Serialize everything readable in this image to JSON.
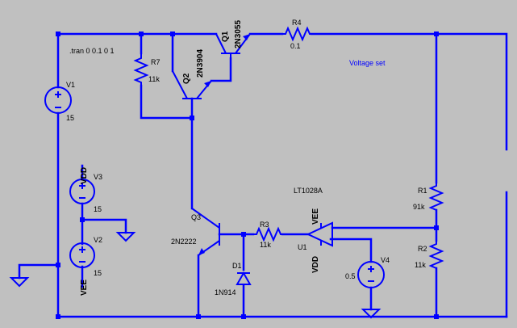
{
  "directive": ".tran 0 0.1 0 1",
  "note": "Voltage set",
  "components": {
    "V1": {
      "ref": "V1",
      "value": "15"
    },
    "V2": {
      "ref": "V2",
      "value": "15"
    },
    "V3": {
      "ref": "V3",
      "value": "15"
    },
    "V4": {
      "ref": "V4",
      "value": "0.5"
    },
    "R1": {
      "ref": "R1",
      "value": "91k"
    },
    "R2": {
      "ref": "R2",
      "value": "11k"
    },
    "R3": {
      "ref": "R3",
      "value": "11k"
    },
    "R4": {
      "ref": "R4",
      "value": "0.1"
    },
    "R7": {
      "ref": "R7",
      "value": "11k"
    },
    "Q1": {
      "ref": "Q1",
      "value": "2N3055"
    },
    "Q2": {
      "ref": "Q2",
      "value": "2N3904"
    },
    "Q3": {
      "ref": "Q3",
      "value": "2N2222"
    },
    "D1": {
      "ref": "D1",
      "value": "1N914"
    },
    "U1": {
      "ref": "U1",
      "value": "LT1028A"
    }
  },
  "net_labels": {
    "vdd_v3": "VDD",
    "vee_v2": "VEE",
    "vee_u1": "VEE",
    "vdd_u1": "VDD"
  },
  "colors": {
    "wire": "#0000ff",
    "background": "#c0c0c0",
    "text": "#000000"
  }
}
